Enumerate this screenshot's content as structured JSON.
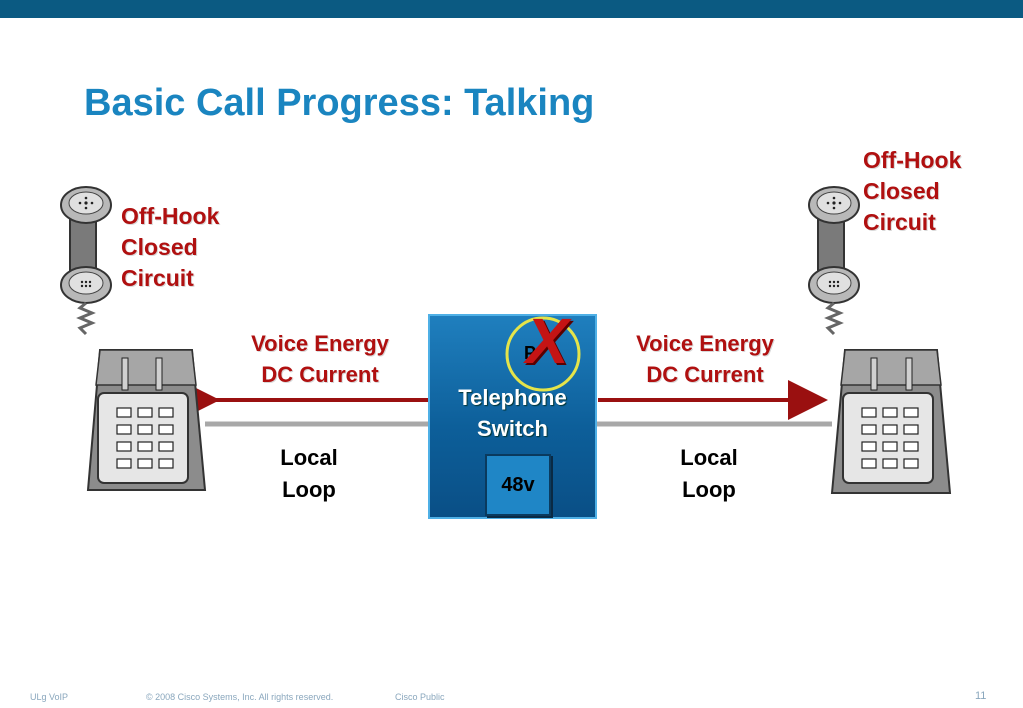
{
  "slide": {
    "title": "Basic Call Progress: Talking",
    "left_status": [
      "Off-Hook",
      "Closed",
      "Circuit"
    ],
    "right_status": [
      "Off-Hook",
      "Closed",
      "Circuit"
    ],
    "left_voice": [
      "Voice Energy",
      "DC Current"
    ],
    "right_voice": [
      "Voice Energy",
      "DC Current"
    ],
    "left_loop": [
      "Local",
      "Loop"
    ],
    "right_loop": [
      "Local",
      "Loop"
    ],
    "switch_label": [
      "Telephone",
      "Switch"
    ],
    "switch_p": "P",
    "switch_x": "X",
    "battery": "48v"
  },
  "footer": {
    "left": "ULg VoIP",
    "copyright": "© 2008 Cisco Systems, Inc. All rights reserved.",
    "classification": "Cisco Public",
    "page_number": "11"
  },
  "colors": {
    "title": "#1a85c0",
    "status_text": "#b01010",
    "switch_fill": "#0d5f9a",
    "top_bar": "#0b5a82"
  }
}
